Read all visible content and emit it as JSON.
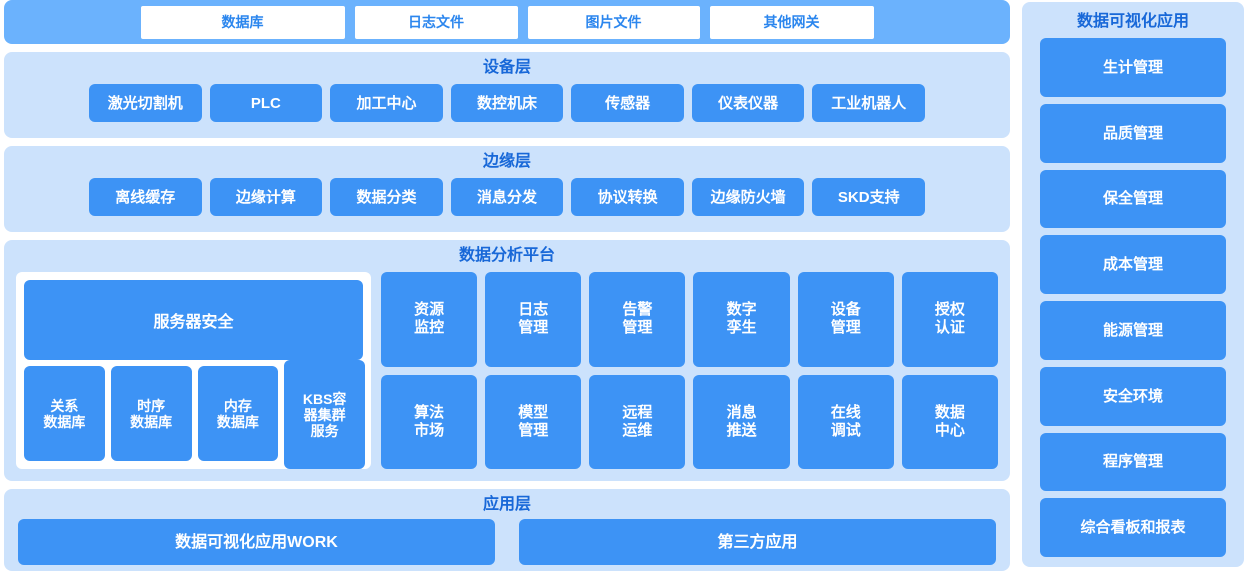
{
  "theme": {
    "band_blue": "#6bb2fd",
    "panel_blue": "#cce2fc",
    "button_blue": "#3d93f5",
    "title_blue": "#1868d8",
    "white": "#ffffff"
  },
  "data_sources": {
    "items": [
      {
        "label": "数据库"
      },
      {
        "label": "日志文件"
      },
      {
        "label": "图片文件"
      },
      {
        "label": "其他网关"
      }
    ]
  },
  "device_layer": {
    "title": "设备层",
    "items": [
      {
        "label": "激光切割机"
      },
      {
        "label": "PLC"
      },
      {
        "label": "加工中心"
      },
      {
        "label": "数控机床"
      },
      {
        "label": "传感器"
      },
      {
        "label": "仪表仪器"
      },
      {
        "label": "工业机器人"
      }
    ]
  },
  "edge_layer": {
    "title": "边缘层",
    "items": [
      {
        "label": "离线缓存"
      },
      {
        "label": "边缘计算"
      },
      {
        "label": "数据分类"
      },
      {
        "label": "消息分发"
      },
      {
        "label": "协议转换"
      },
      {
        "label": "边缘防火墙"
      },
      {
        "label": "SKD支持"
      }
    ]
  },
  "platform": {
    "title": "数据分析平台",
    "server_security": "服务器安全",
    "databases": [
      {
        "label": "关系\n数据库"
      },
      {
        "label": "时序\n数据库"
      },
      {
        "label": "内存\n数据库"
      },
      {
        "label": "KBS容\n器集群\n服务"
      }
    ],
    "tiles": [
      {
        "label": "资源\n监控"
      },
      {
        "label": "日志\n管理"
      },
      {
        "label": "告警\n管理"
      },
      {
        "label": "数字\n孪生"
      },
      {
        "label": "设备\n管理"
      },
      {
        "label": "授权\n认证"
      },
      {
        "label": "算法\n市场"
      },
      {
        "label": "模型\n管理"
      },
      {
        "label": "远程\n运维"
      },
      {
        "label": "消息\n推送"
      },
      {
        "label": "在线\n调试"
      },
      {
        "label": "数据\n中心"
      }
    ]
  },
  "application_layer": {
    "title": "应用层",
    "items": [
      {
        "label": "数据可视化应用WORK"
      },
      {
        "label": "第三方应用"
      }
    ]
  },
  "sidebar": {
    "title": "数据可视化应用",
    "items": [
      {
        "label": "生计管理"
      },
      {
        "label": "品质管理"
      },
      {
        "label": "保全管理"
      },
      {
        "label": "成本管理"
      },
      {
        "label": "能源管理"
      },
      {
        "label": "安全环境"
      },
      {
        "label": "程序管理"
      },
      {
        "label": "综合看板和报表"
      }
    ]
  }
}
